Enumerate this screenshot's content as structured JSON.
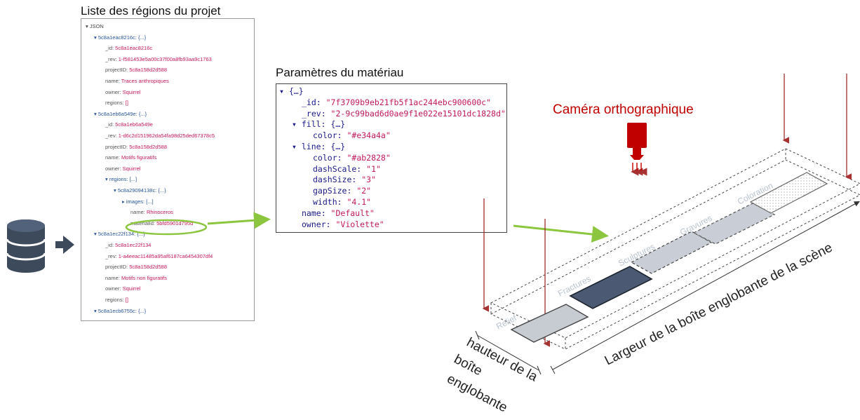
{
  "colors": {
    "accent_green": "#8cc63f",
    "camera_red": "#c00000",
    "tree_value": "#c2185b",
    "db_icon": "#3c4a5c"
  },
  "left_panel": {
    "title": "Liste des régions du projet",
    "rows": [
      {
        "text": "▾ JSON",
        "kind": "root"
      },
      {
        "text": "▾ 5c8a1eac8216c: {...}",
        "kind": "node"
      },
      {
        "text": "_id: 5c8a1eac8216c",
        "kind": "leaf"
      },
      {
        "text": "_rev: 1-f581453e5a00c37f00a8fb93aa9c1763",
        "kind": "leaf"
      },
      {
        "text": "projectID: 5c8a158d2d588",
        "kind": "leaf"
      },
      {
        "text": "name: Traces anthropiques",
        "kind": "leaf"
      },
      {
        "text": "owner: Squirrel",
        "kind": "leaf"
      },
      {
        "text": "regions: []",
        "kind": "leaf"
      },
      {
        "text": "▾ 5c8a1eb6a549e: {...}",
        "kind": "node"
      },
      {
        "text": "_id: 5c8a1eb6a549e",
        "kind": "leaf"
      },
      {
        "text": "_rev: 1-d6c2d151962da54fa98d25ded67378c5",
        "kind": "leaf"
      },
      {
        "text": "projectID: 5c8a158d2d588",
        "kind": "leaf"
      },
      {
        "text": "name: Motifs figuratifs",
        "kind": "leaf"
      },
      {
        "text": "owner: Squirrel",
        "kind": "leaf"
      },
      {
        "text": "▾ regions: [...]",
        "kind": "node"
      },
      {
        "text": "▾ 5c8a29094138c: {...}",
        "kind": "node"
      },
      {
        "text": "▸ images: [...]",
        "kind": "node"
      },
      {
        "text": "name: Rhinoceros",
        "kind": "leaf"
      },
      {
        "text": "materialId: 5bfd5901d795d",
        "kind": "leaf"
      },
      {
        "text": "▾ 5c8a1ec22f134: {...}",
        "kind": "node"
      },
      {
        "text": "_id: 5c8a1ec22f134",
        "kind": "leaf"
      },
      {
        "text": "_rev: 1-a4eeac11485a95af6187ca6454307df4",
        "kind": "leaf"
      },
      {
        "text": "projectID: 5c8a158d2d588",
        "kind": "leaf"
      },
      {
        "text": "name: Motifs non figuratifs",
        "kind": "leaf"
      },
      {
        "text": "owner: Squirrel",
        "kind": "leaf"
      },
      {
        "text": "regions: []",
        "kind": "leaf"
      },
      {
        "text": "▾ 5c8a1ecb6755c: {...}",
        "kind": "node"
      }
    ]
  },
  "middle_panel": {
    "title": "Paramètres du matériau",
    "rows": [
      {
        "text": "▾ {…}"
      },
      {
        "text": "_id: \"7f3709b9eb21fb5f1ac244ebc900600c\""
      },
      {
        "text": "_rev: \"2-9c99bad6d0ae9f1e022e15101dc1828d\""
      },
      {
        "text": "▾ fill: {…}"
      },
      {
        "text": "color: \"#e34a4a\""
      },
      {
        "text": "▾ line: {…}"
      },
      {
        "text": "color: \"#ab2828\""
      },
      {
        "text": "dashScale: \"1\""
      },
      {
        "text": "dashSize: \"3\""
      },
      {
        "text": "gapSize: \"2\""
      },
      {
        "text": "width: \"4.1\""
      },
      {
        "text": "name: \"Default\""
      },
      {
        "text": "owner: \"Violette\""
      }
    ]
  },
  "scene": {
    "camera_label": "Caméra orthographique",
    "regions": [
      "Relief",
      "Fractures",
      "Sculptures",
      "Gravures",
      "Coloration"
    ],
    "width_label": "Largeur de la boîte englobante de la scène",
    "height_label_lines": [
      "hauteur de la",
      "boîte",
      "englobante"
    ]
  }
}
